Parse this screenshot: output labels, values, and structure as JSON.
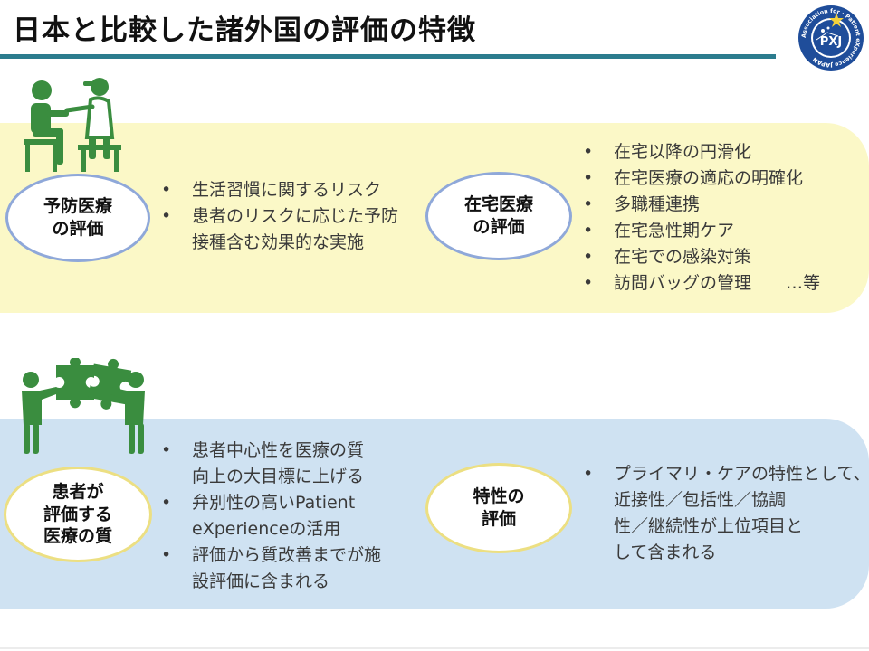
{
  "title": "日本と比較した諸外国の評価の特徴",
  "logo": {
    "text": "PXJ",
    "ring_text": "Association for · Patient eXperience JAPAN"
  },
  "colors": {
    "accent": "#2c7c8e",
    "figure_green": "#3a8d3f",
    "band_yellow": "#fbf8c7",
    "band_blue": "#cfe2f2"
  },
  "sections": {
    "prevention": {
      "label": [
        "予防医療",
        "の評価"
      ],
      "bullets": [
        "生活習慣に関するリスク",
        "患者のリスクに応じた予防",
        "接種含む効果的な実施"
      ]
    },
    "homecare": {
      "label": [
        "在宅医療",
        "の評価"
      ],
      "bullets": [
        "在宅以降の円滑化",
        "在宅医療の適応の明確化",
        "多職種連携",
        "在宅急性期ケア",
        "在宅での感染対策",
        "訪問バッグの管理　　…等"
      ]
    },
    "quality": {
      "label": [
        "患者が",
        "評価する",
        "医療の質"
      ],
      "bullets": [
        "患者中心性を医療の質",
        "向上の大目標に上げる",
        "弁別性の高いPatient",
        "eXperienceの活用",
        "評価から質改善までが施",
        "設評価に含まれる"
      ]
    },
    "features": {
      "label": [
        "特性の",
        "評価"
      ],
      "bullets": [
        "プライマリ・ケアの特性として、",
        "近接性／包括性／協調",
        "性／継続性が上位項目と",
        "して含まれる"
      ]
    }
  },
  "icons": {
    "doctor_patient": "doctor-patient-icon",
    "puzzle_people": "puzzle-collaboration-icon"
  }
}
